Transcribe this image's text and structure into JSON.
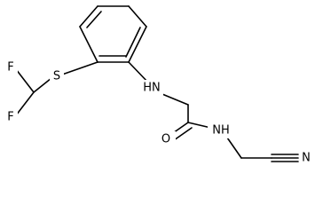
{
  "molecule": {
    "atoms": {
      "F1": "F",
      "F2": "F",
      "S": "S",
      "NH": "HN",
      "O": "O",
      "NH2": "NH",
      "N": "N"
    },
    "colors": {
      "bond": "#000000",
      "label": "#000000",
      "background": "#ffffff"
    }
  }
}
